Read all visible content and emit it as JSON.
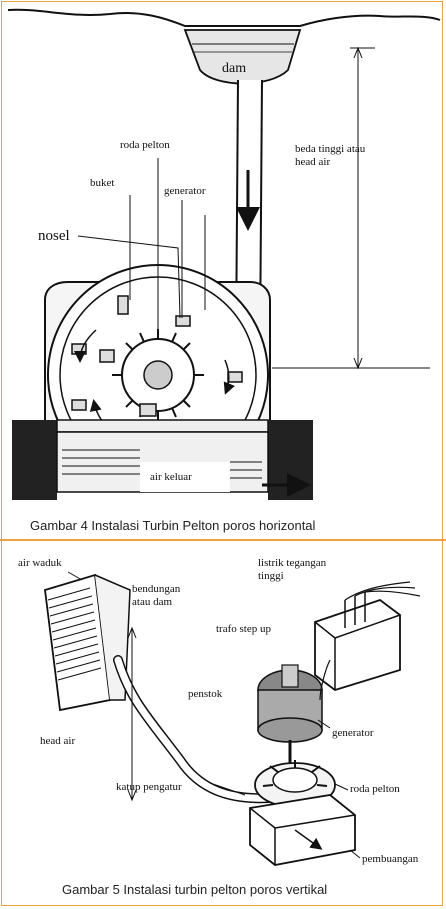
{
  "figure1": {
    "caption": "Gambar 4 Instalasi Turbin Pelton poros horizontal",
    "labels": {
      "dam": "dam",
      "roda_pelton": "roda pelton",
      "buket": "buket",
      "generator": "generator",
      "nosel": "nosel",
      "head_air": "beda tinggi atau\nhead air",
      "air_keluar": "air keluar"
    }
  },
  "figure2": {
    "caption": "Gambar 5 Instalasi turbin pelton poros vertikal",
    "labels": {
      "air_waduk": "air waduk",
      "bendungan": "bendungan\natau dam",
      "listrik": "listrik tegangan\ntinggi",
      "trafo": "trafo step up",
      "penstok": "penstok",
      "head_air": "head air",
      "generator": "generator",
      "katup": "katup pengatur",
      "roda_pelton": "roda pelton",
      "pembuangan": "pembuangan"
    }
  },
  "colors": {
    "border": "#f0a040",
    "ink": "#111111"
  }
}
